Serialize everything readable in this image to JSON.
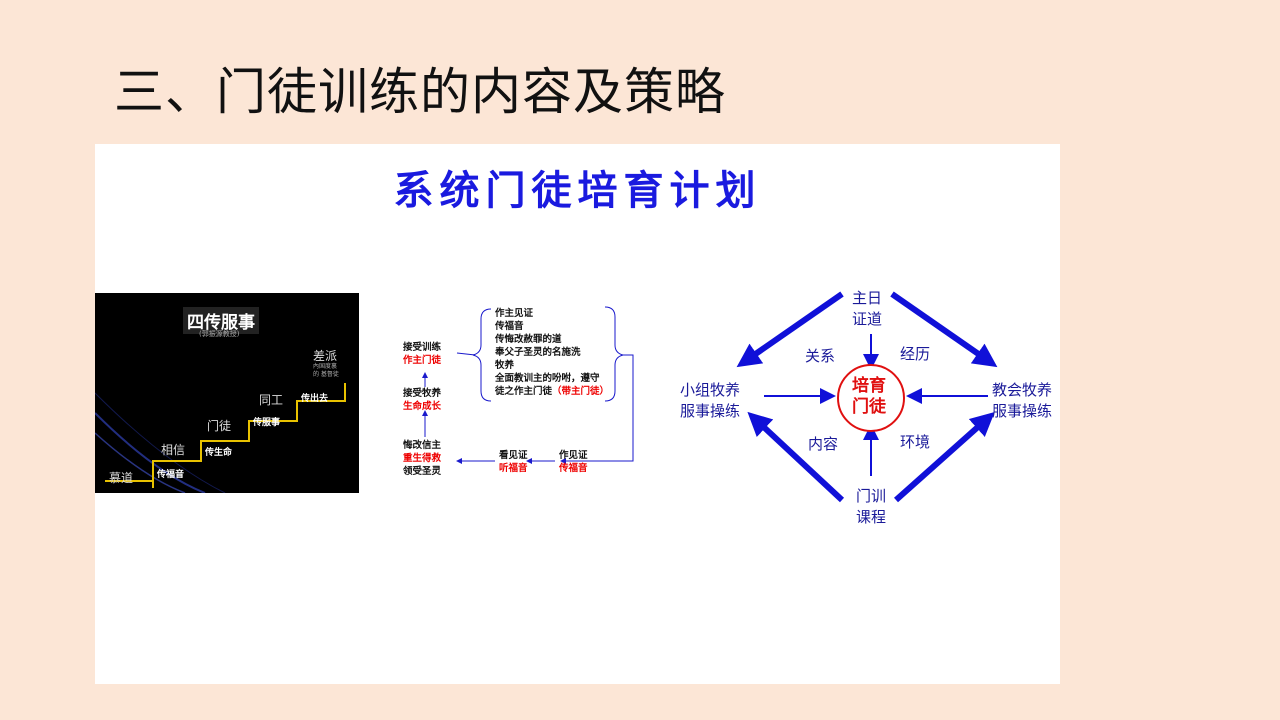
{
  "slide": {
    "title": "三、门徒训练的内容及策略"
  },
  "panel": {
    "title": "系统门徒培育计划"
  },
  "stairs": {
    "title": "四传服事",
    "subtitle": "(郭振源教授)",
    "steps": [
      {
        "word": "慕道",
        "action": "传福音"
      },
      {
        "word": "相信",
        "action": "传生命"
      },
      {
        "word": "门徒",
        "action": "传服事"
      },
      {
        "word": "同工",
        "action": "传出去"
      },
      {
        "word": "差派",
        "action": ""
      }
    ],
    "note_line1": "內国度裏",
    "note_line2": "的 基督徒"
  },
  "flowchart": {
    "list": [
      "作主见证",
      "传福音",
      "传悔改赦罪的道",
      "奉父子圣灵的名施洗",
      "牧养",
      "全面教训主的吩咐，遵守",
      "徒之作主门徒"
    ],
    "list_tail_red": "（带主门徒）",
    "left_top": {
      "line1": "接受训练",
      "line2": "作主门徒"
    },
    "left_mid": {
      "line1": "接受牧养",
      "line2": "生命成长"
    },
    "left_bottom": {
      "line1": "悔改信主",
      "line2": "重生得救",
      "line3": "领受圣灵"
    },
    "mid_bottom": {
      "line1": "看见证",
      "line2": "听福音"
    },
    "right_bottom": {
      "line1": "作见证",
      "line2": "传福音"
    }
  },
  "diagram": {
    "top": {
      "line1": "主日",
      "line2": "证道"
    },
    "left": {
      "line1": "小组牧养",
      "line2": "服事操练"
    },
    "right": {
      "line1": "教会牧养",
      "line2": "服事操练"
    },
    "bottom": {
      "line1": "门训",
      "line2": "课程"
    },
    "center": {
      "line1": "培育",
      "line2": "门徒"
    },
    "labels": {
      "top_left": "关系",
      "top_right": "经历",
      "bottom_left": "内容",
      "bottom_right": "环境"
    },
    "colors": {
      "arrow": "#1010d8",
      "center": "#e01010"
    }
  }
}
